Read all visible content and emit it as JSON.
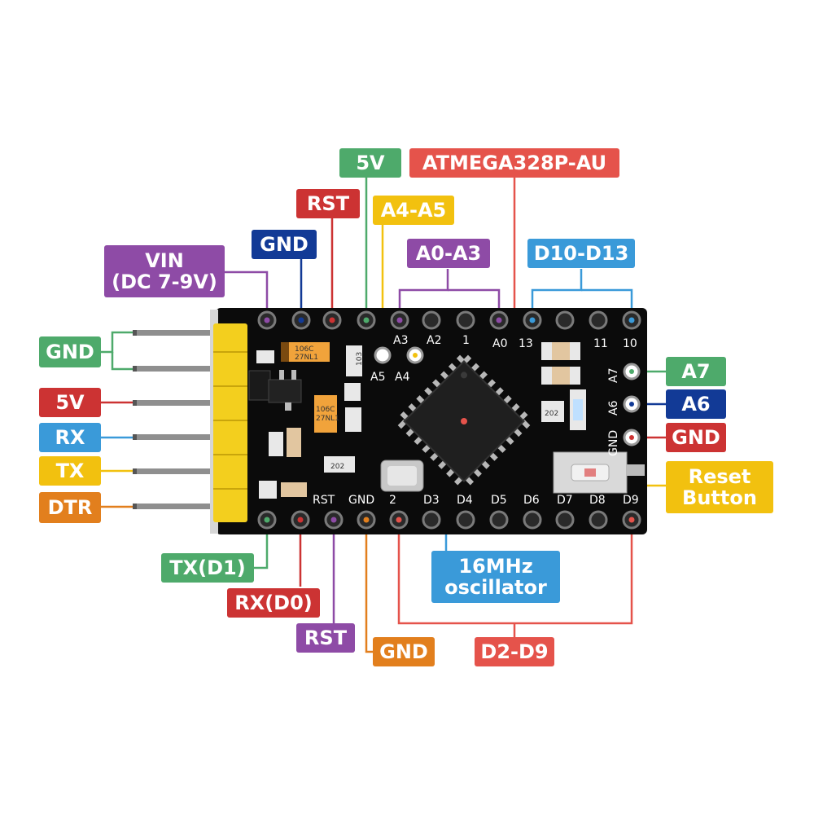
{
  "colors": {
    "green": "#4eaa6b",
    "red": "#cc3333",
    "navy": "#123a96",
    "purple": "#8e4ba6",
    "yellow": "#f2c10f",
    "blue": "#3a9ad9",
    "orange": "#e27f1d",
    "coral": "#e5534b",
    "board": "#0b0b0b",
    "header_yellow": "#f3cf1e"
  },
  "labels": {
    "top_5v": "5V",
    "atmega": "ATMEGA328P-AU",
    "top_rst": "RST",
    "a4a5": "A4-A5",
    "top_gnd": "GND",
    "a0a3": "A0-A3",
    "d10d13": "D10-D13",
    "vin_line1": "VIN",
    "vin_line2": "(DC 7-9V)",
    "left_gnd": "GND",
    "left_5v": "5V",
    "left_rx": "RX",
    "left_tx": "TX",
    "left_dtr": "DTR",
    "right_a7": "A7",
    "right_a6": "A6",
    "right_gnd": "GND",
    "reset_line1": "Reset",
    "reset_line2": "Button",
    "tx_d1": "TX(D1)",
    "rx_d0": "RX(D0)",
    "bottom_rst": "RST",
    "bottom_gnd": "GND",
    "osc_line1": "16MHz",
    "osc_line2": "oscillator",
    "d2d9": "D2-D9"
  },
  "silkscreen": {
    "a3": "A3",
    "a2": "A2",
    "one": "1",
    "a0": "A0",
    "p13": "13",
    "p11": "11",
    "p10": "10",
    "a5": "A5",
    "a4": "A4",
    "a7": "A7",
    "a6": "A6",
    "gnd_r": "GND",
    "rst_b": "RST",
    "gnd_b": "GND",
    "p2": "2",
    "d3": "D3",
    "d4": "D4",
    "d5": "D5",
    "d6": "D6",
    "d7": "D7",
    "d8": "D8",
    "d9": "D9"
  },
  "markings": {
    "cap1_a": "106C",
    "cap1_b": "27NL1",
    "cap2_a": "106C",
    "cap2_b": "27NL1",
    "res_202a": "202",
    "res_202b": "202",
    "res_103": "103"
  }
}
